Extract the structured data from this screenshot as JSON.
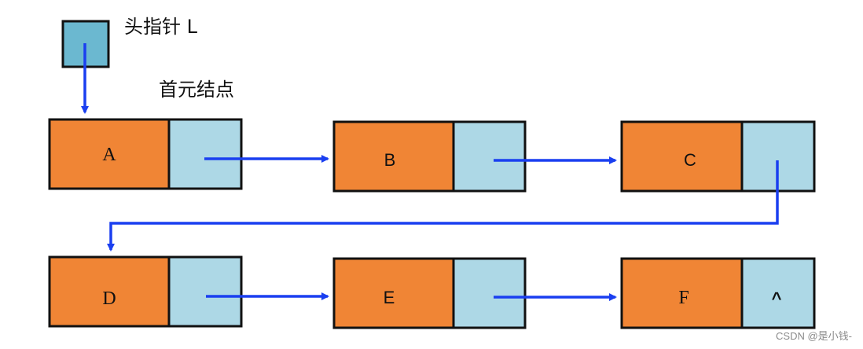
{
  "labels": {
    "head_pointer": "头指针 L",
    "first_node": "首元结点"
  },
  "nodes": [
    {
      "data": "A",
      "next": ""
    },
    {
      "data": "B",
      "next": ""
    },
    {
      "data": "C",
      "next": ""
    },
    {
      "data": "D",
      "next": ""
    },
    {
      "data": "E",
      "next": ""
    },
    {
      "data": "F",
      "next": "^"
    }
  ],
  "colors": {
    "data_field": "#f08535",
    "pointer_field": "#add8e6",
    "head_box": "#6bb8d0",
    "arrow": "#1a3ff0",
    "border": "#111111"
  },
  "watermark": "CSDN @是小钱-"
}
